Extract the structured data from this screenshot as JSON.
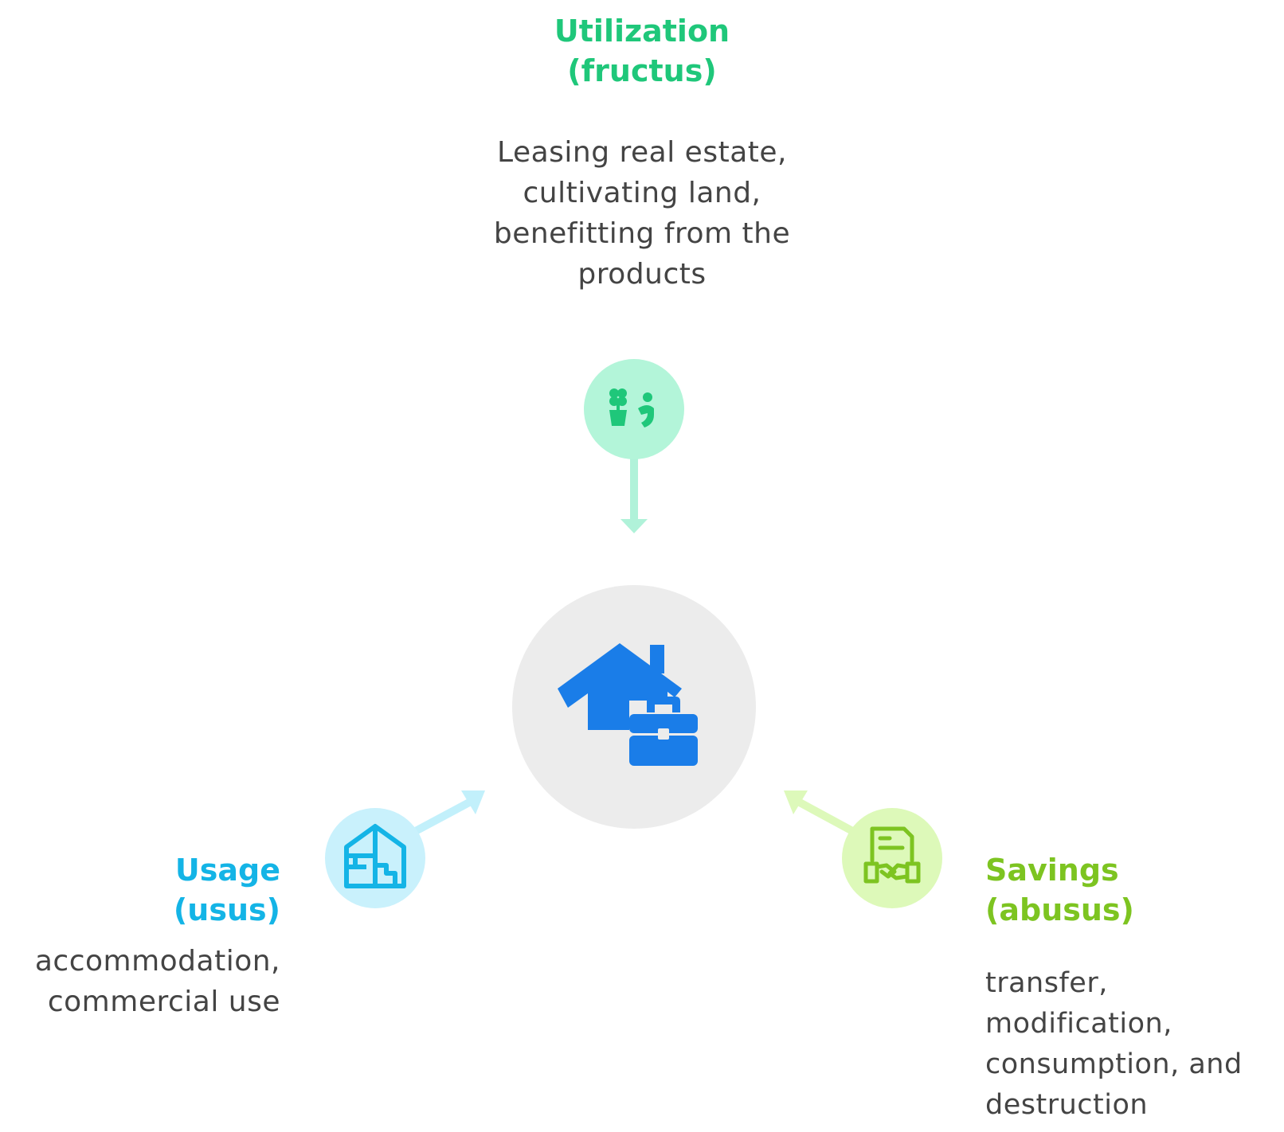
{
  "diagram": {
    "center": {
      "icon": "house-briefcase-icon",
      "circle_color": "#ececec",
      "icon_color": "#1a7de8"
    },
    "utilization": {
      "title": "Utilization\n(fructus)",
      "description": "Leasing real estate,\ncultivating land,\nbenefitting from the\nproducts",
      "icon": "plant-person-icon",
      "color": "#1fc77a",
      "circle_color": "#b3f5d9",
      "arrow_color": "#b0f2d9"
    },
    "usage": {
      "title": "Usage\n(usus)",
      "description": "accommodation,\ncommercial use",
      "icon": "house-floorplan-icon",
      "color": "#14b4e6",
      "circle_color": "#c9f1fc",
      "arrow_color": "#c2f0fb"
    },
    "savings": {
      "title": "Savings\n(abusus)",
      "description": "transfer,\nmodification,\nconsumption, and\ndestruction",
      "icon": "contract-handshake-icon",
      "color": "#7dc421",
      "circle_color": "#ddf9b9",
      "arrow_color": "#ddf9ba"
    }
  }
}
